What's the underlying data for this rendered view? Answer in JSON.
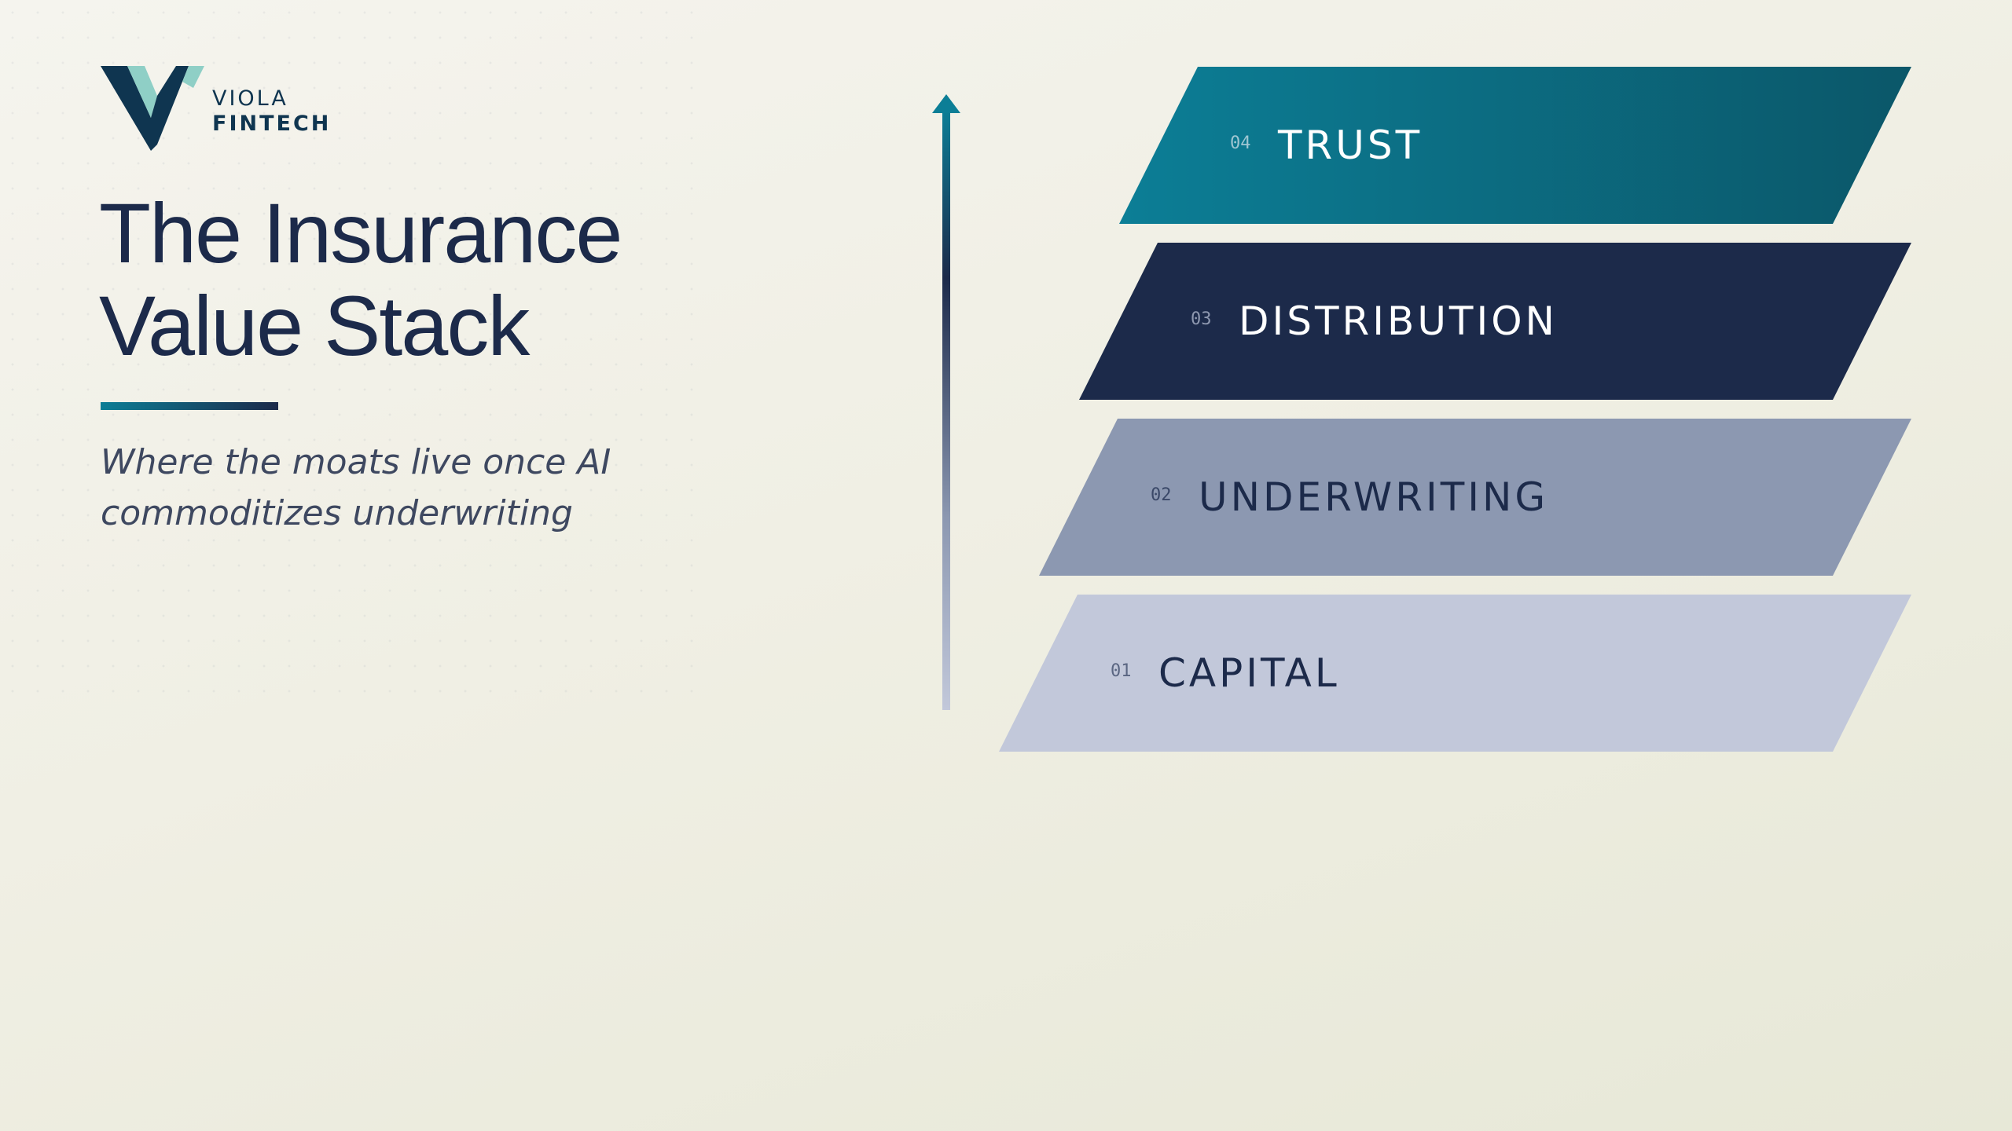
{
  "brand": {
    "line1": "VIOLA",
    "line2": "FINTECH",
    "icon": "viola-v-logo-icon"
  },
  "title": {
    "line1": "The Insurance",
    "line2": "Value Stack"
  },
  "subtitle": {
    "line1": "Where the moats live once AI",
    "line2": "commoditizes underwriting"
  },
  "arrow": {
    "icon": "arrow-up-icon"
  },
  "colors": {
    "teal": "#0c7e96",
    "teal_dark": "#0b5769",
    "navy": "#1c2a4a",
    "slate": "#8c98b1",
    "light_slate": "#c2c8da",
    "logo_light": "#8fcfc6"
  },
  "layers": [
    {
      "number": "04",
      "label": "TRUST"
    },
    {
      "number": "03",
      "label": "DISTRIBUTION"
    },
    {
      "number": "02",
      "label": "UNDERWRITING"
    },
    {
      "number": "01",
      "label": "CAPITAL"
    }
  ]
}
